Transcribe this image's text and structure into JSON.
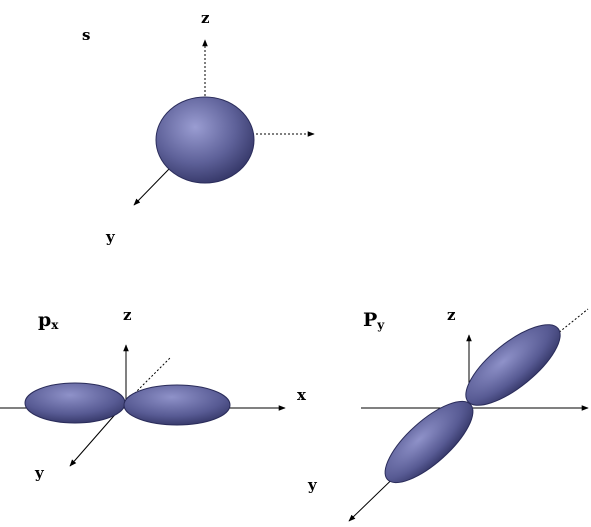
{
  "s_panel": {
    "title": "s",
    "axis_z": "z",
    "axis_y": "y"
  },
  "px_panel": {
    "title_main": "p",
    "title_sub": "x",
    "axis_z": "z",
    "axis_x": "x",
    "axis_y": "y"
  },
  "py_panel": {
    "title_main": "P",
    "title_sub": "y",
    "axis_z": "z",
    "axis_y": "y"
  },
  "colors": {
    "orbital_light": "#8a8dc4",
    "orbital_mid": "#5a5c97",
    "orbital_dark": "#2e3060"
  }
}
